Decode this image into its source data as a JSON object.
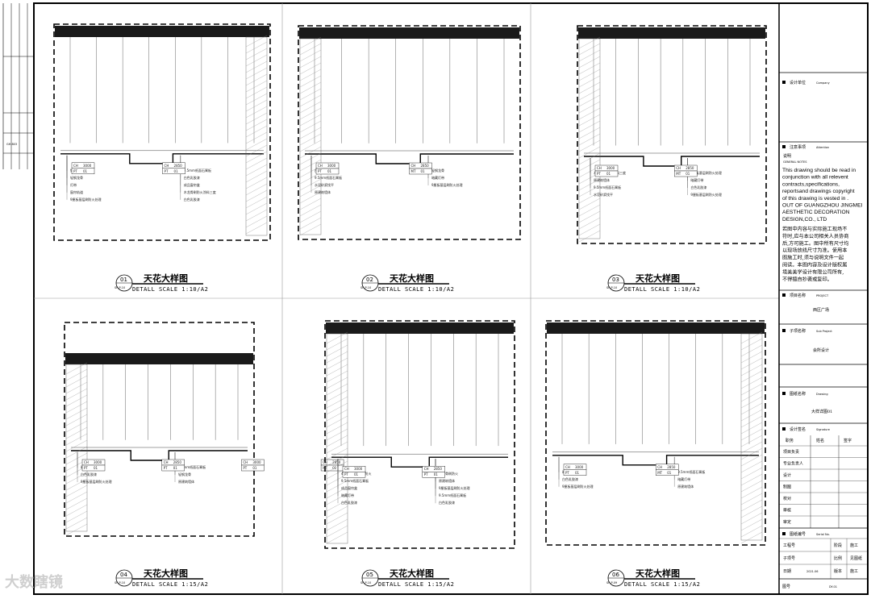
{
  "details": [
    {
      "num": "01",
      "title": "天花大样图",
      "ref": "SF-P-10",
      "scale": "DETALL SCALE 1:10/A2",
      "labels": [
        "铝板饰面(成品)",
        "9.5mm纸面石膏板",
        "轻钢龙骨",
        "白色乳胶漆",
        "灯带",
        "成品窗帘盒",
        "窗帘轨道",
        "木龙骨刷防火涂料三度",
        "9厘板基层刷防火处理",
        "白色乳胶漆"
      ],
      "tags": [
        [
          "CH",
          "3000"
        ],
        [
          "PT",
          "01"
        ],
        [
          "CH",
          "2850"
        ],
        [
          "PT",
          "01"
        ]
      ]
    },
    {
      "num": "02",
      "title": "天花大样图",
      "ref": "SF-P-10",
      "scale": "DETALL SCALE 1:10/A2",
      "labels": [
        "白色乳胶漆",
        "轻钢龙骨",
        "9.5mm纸面石膏板",
        "暗藏灯带",
        "水泥砂浆找平",
        "9厘板基层刷防火处理",
        "原建筑墙体"
      ],
      "tags": [
        [
          "CH",
          "3000"
        ],
        [
          "PT",
          "01"
        ],
        [
          "CH",
          "2850"
        ],
        [
          "MT",
          "01"
        ]
      ]
    },
    {
      "num": "03",
      "title": "天花大样图",
      "ref": "SF-P-10",
      "scale": "DETALL SCALE 1:10/A2",
      "labels": [
        "木龙骨刷防火涂料三度",
        "9厘板基层刷防火处理",
        "原建筑墙体",
        "暗藏灯带",
        "9.5mm纸面石膏板",
        "白色乳胶漆",
        "水泥砂浆找平",
        "9厘板基层刷防火处理"
      ],
      "tags": [
        [
          "CH",
          "3000"
        ],
        [
          "PT",
          "01"
        ],
        [
          "CH",
          "2850"
        ],
        [
          "MT",
          "01"
        ]
      ]
    },
    {
      "num": "04",
      "title": "天花大样图",
      "ref": "SF-P-10",
      "scale": "DETALL SCALE 1:15/A2",
      "labels": [
        "暗藏灯带",
        "9.5mm纸面石膏板",
        "白色乳胶漆",
        "轻钢龙骨",
        "9厘板基层刷防火处理",
        "原建筑墙体"
      ],
      "tags": [
        [
          "CH",
          "3000"
        ],
        [
          "PT",
          "01"
        ],
        [
          "CH",
          "2850"
        ],
        [
          "PT",
          "01"
        ],
        [
          "CH",
          "3000"
        ],
        [
          "PT",
          "01"
        ],
        [
          "CH",
          "2850"
        ],
        [
          "MT",
          "01"
        ]
      ]
    },
    {
      "num": "05",
      "title": "天花大样图",
      "ref": "SF-P-10",
      "scale": "DETALL SCALE 1:15/A2",
      "labels": [
        "40×40木龙骨刷防火",
        "木龙骨刷防火",
        "9.5mm纸面石膏板",
        "原建筑墙体",
        "成品窗帘盒",
        "9厘板基层刷防火处理",
        "暗藏灯带",
        "9.5mm纸面石膏板",
        "白色乳胶漆",
        "白色乳胶漆"
      ],
      "tags": [
        [
          "CH",
          "3000"
        ],
        [
          "PT",
          "01"
        ],
        [
          "CH",
          "2850"
        ],
        [
          "PT",
          "01"
        ]
      ]
    },
    {
      "num": "06",
      "title": "天花大样图",
      "ref": "SF-P-09",
      "scale": "DETALL SCALE 1:15/A2",
      "labels": [
        "暗藏灯带",
        "9.5mm纸面石膏板",
        "白色乳胶漆",
        "暗藏灯带",
        "9厘板基层刷防火处理",
        "原建筑墙体"
      ],
      "tags": [
        [
          "CH",
          "3000"
        ],
        [
          "PT",
          "01"
        ],
        [
          "CH",
          "2850"
        ],
        [
          "MT",
          "01"
        ]
      ]
    }
  ],
  "title_block": {
    "company_cn": "设计单位",
    "company_en": "Company",
    "attention_cn": "注意事项",
    "attention_en": "Attention",
    "notes_cn_head": "说明",
    "notes_en_head": "GENERAL NOTES",
    "notes_en": [
      "This drawing should be read in",
      "conjunction with all relevent",
      "contracts,specifications,",
      "reportsand drawings copyright",
      "of this drawing is vested in .",
      "OUT OF GUANGZHOU JINGMEI",
      "AESTHETIC DECORATION",
      "DESIGN,CO., LTD"
    ],
    "notes_cn": [
      "若图中内容与实际施工现场不",
      "符时,应与本公司相关人员协商",
      "后,方可施工。图中所有尺寸均",
      "以现场放线尺寸为准。使用本",
      "图施工时,须与说明文件一起",
      "阅读。本图内容及设计版权属",
      "境美美学设计有限公司所有,",
      "不得擅自抄袭或复印。"
    ],
    "project_cn": "项目名称",
    "project_en": "PROJECT",
    "project_val": "西区广场",
    "subproject_cn": "子项名称",
    "subproject_en": "Sub Project",
    "subproject_val": "会所设计",
    "drawing_cn": "图纸名称",
    "drawing_en": "Drawing",
    "drawing_val": "大样详图01",
    "sign_cn": "设计签名",
    "sign_en": "Signature",
    "sign_rows": [
      "项目负责",
      "专业负责人",
      "设计",
      "制图",
      "校对",
      "审核",
      "审定"
    ],
    "sign_cols": [
      "职务",
      "姓名",
      "签字"
    ],
    "serial_cn": "图纸编号",
    "serial_en": "Serial No.",
    "serial_rows": [
      [
        "工程号",
        "",
        "阶段",
        "施工"
      ],
      [
        "子项号",
        "",
        "比例",
        "见图纸"
      ],
      [
        "日期",
        "2021.06",
        "版本",
        "施工"
      ]
    ],
    "sheet_cn": "图号",
    "sheet_val": "DY-01"
  },
  "left_strip": {
    "stamp": "GH 803"
  },
  "watermark": "大数瞎镜"
}
